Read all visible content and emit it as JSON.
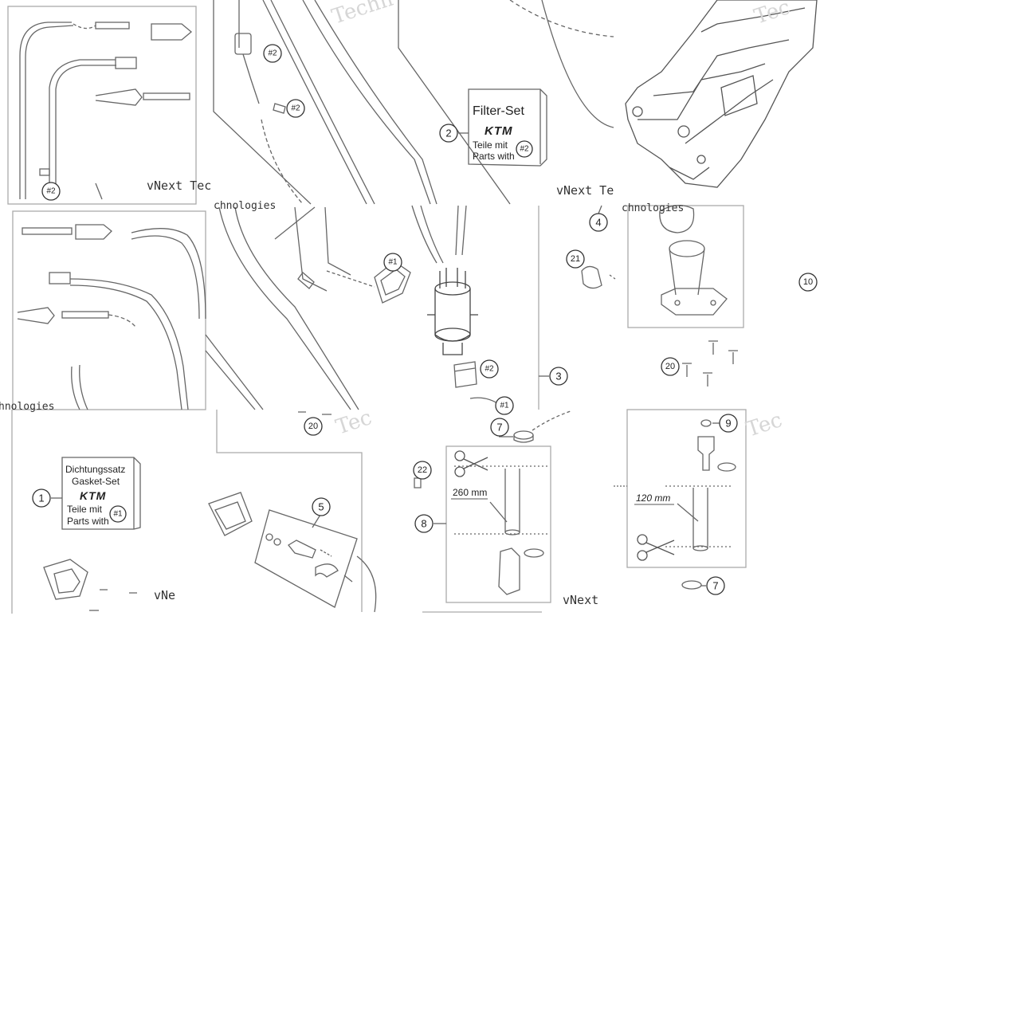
{
  "callouts": {
    "c1": "1",
    "c2": "2",
    "c3": "3",
    "c4": "4",
    "c5": "5",
    "c7a": "7",
    "c7b": "7",
    "c8": "8",
    "c9": "9",
    "c10": "10",
    "c20a": "20",
    "c20b": "20",
    "c21": "21",
    "c22": "22",
    "h2a": "#2",
    "h2b": "#2",
    "h2c": "#2",
    "h2d": "#2",
    "h2e": "#2",
    "h1a": "#1",
    "h1b": "#1",
    "h1c": "#1"
  },
  "filter_set": {
    "title": "Filter-Set",
    "brand": "KTM",
    "line1": "Teile mit",
    "line2": "Parts with",
    "ref": "#2"
  },
  "gasket_set": {
    "title1": "Dichtungssatz",
    "title2": "Gasket-Set",
    "brand": "KTM",
    "line1": "Teile mit",
    "line2": "Parts with",
    "ref": "#1"
  },
  "dimensions": {
    "hose_8": "260 mm",
    "hose_9": "120 mm"
  },
  "watermarks": {
    "w1": "vNext Tec",
    "w2": "vNext Te",
    "w3": "chnologies",
    "w4": "chnologies",
    "w5": "vNe",
    "w6": "vNext",
    "w7": "hnologies",
    "w8": "Techn",
    "w9": "Tec",
    "w10": "Tec",
    "w11": "Tec"
  },
  "colors": {
    "line": "#555555",
    "frame": "#aaaaaa",
    "watermark": "#d6d6d6"
  }
}
